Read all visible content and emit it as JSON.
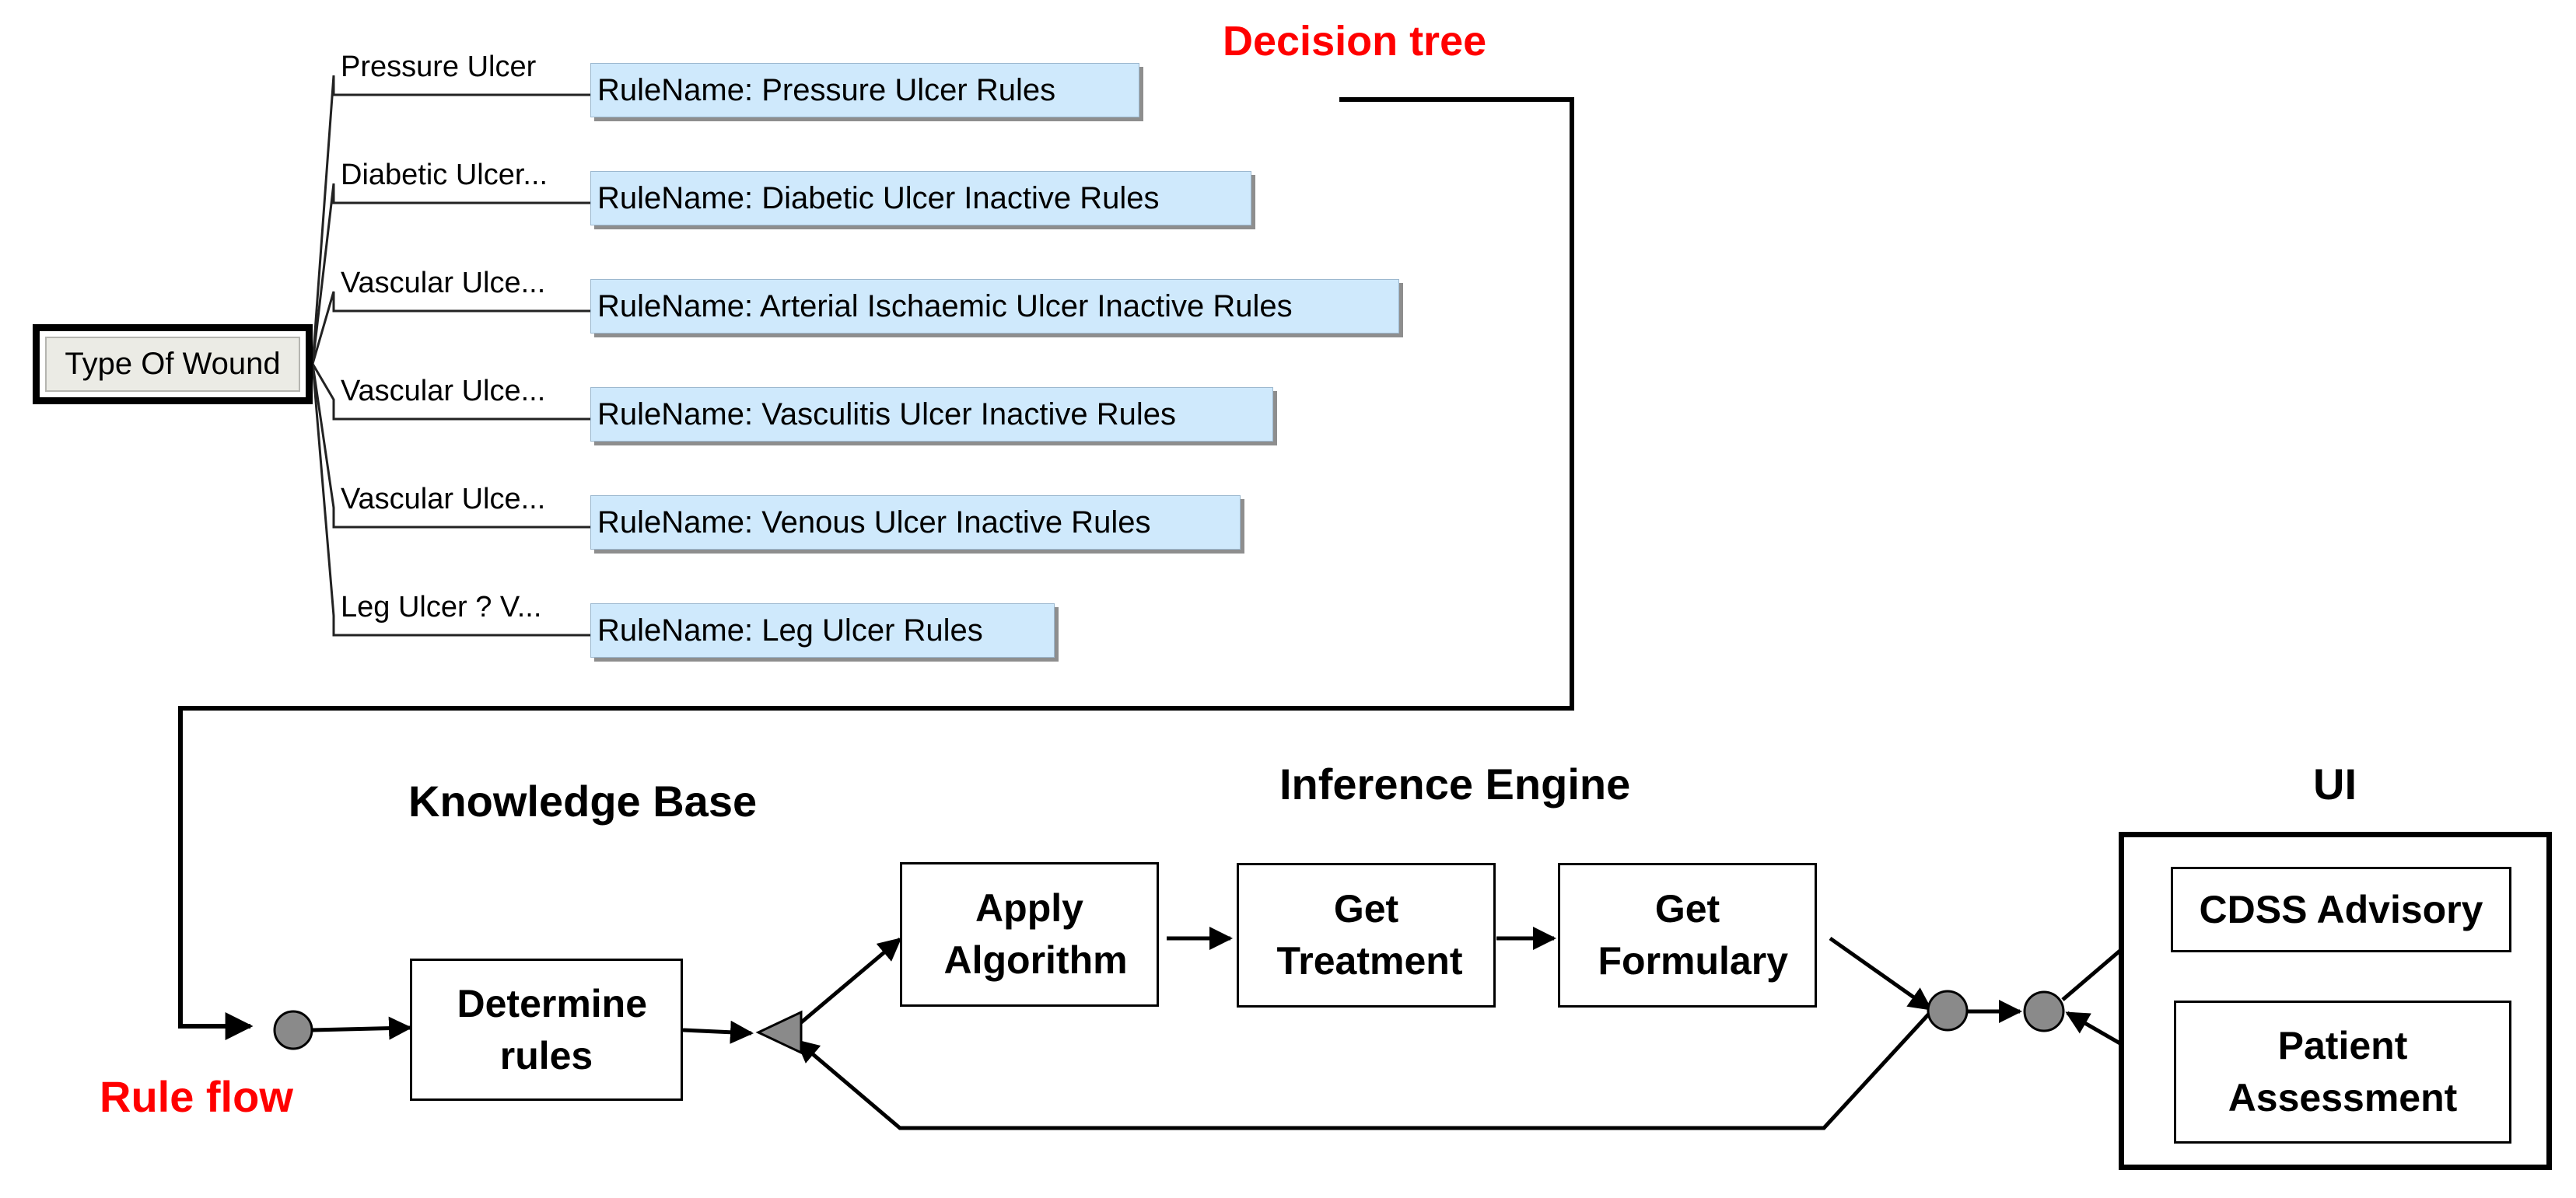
{
  "decision_tree": {
    "caption": "Decision tree",
    "root_label": "Type Of Wound",
    "branches": [
      {
        "label": "Pressure Ulcer",
        "rule": "RuleName: Pressure Ulcer Rules"
      },
      {
        "label": "Diabetic Ulcer...",
        "rule": "RuleName: Diabetic Ulcer Inactive Rules"
      },
      {
        "label": "Vascular Ulce...",
        "rule": "RuleName: Arterial Ischaemic Ulcer Inactive Rules"
      },
      {
        "label": "Vascular Ulce...",
        "rule": "RuleName: Vasculitis Ulcer Inactive Rules"
      },
      {
        "label": "Vascular Ulce...",
        "rule": "RuleName: Venous Ulcer Inactive Rules"
      },
      {
        "label": "Leg Ulcer ? V...",
        "rule": "RuleName: Leg Ulcer Rules"
      }
    ]
  },
  "rule_flow": {
    "caption": "Rule flow",
    "sections": {
      "knowledge_base": "Knowledge Base",
      "inference_engine": "Inference Engine",
      "ui": "UI"
    },
    "nodes": {
      "determine_rules": "Determine rules",
      "apply_algorithm": "Apply Algorithm",
      "get_treatment": "Get Treatment",
      "get_formulary": "Get Formulary",
      "cdss_advisory": "CDSS Advisory",
      "patient_assessment": "Patient Assessment"
    }
  },
  "colors": {
    "caption_red": "#ff0000",
    "rule_fill": "#cfe9fc",
    "junction_fill": "#8a8a8a",
    "line": "#000000"
  }
}
